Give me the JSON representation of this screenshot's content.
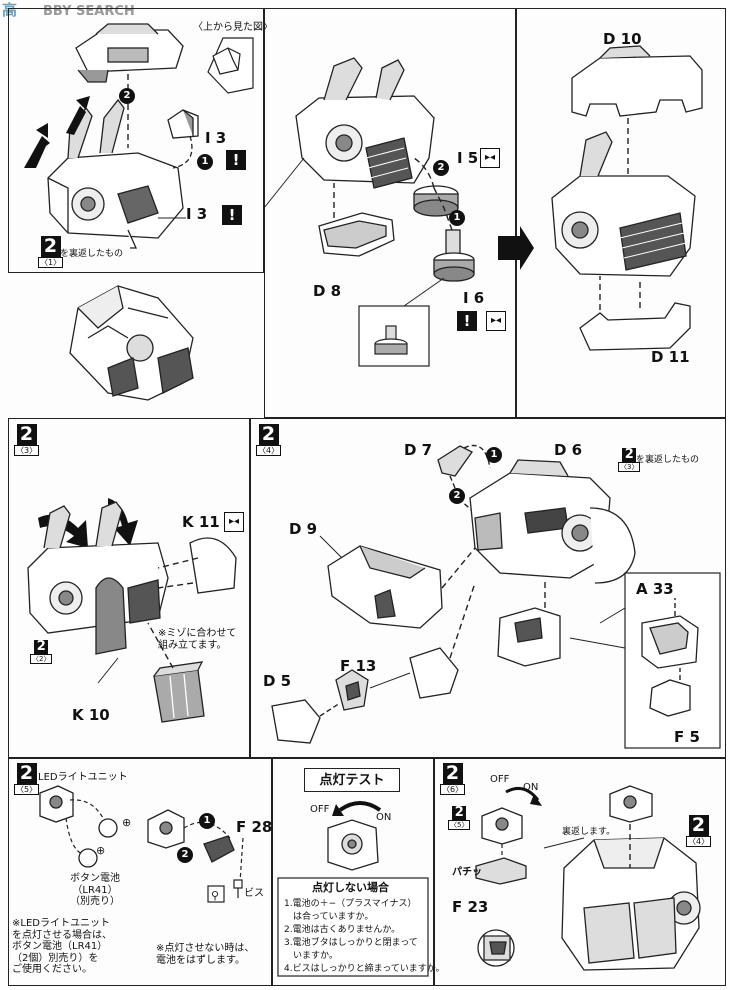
{
  "watermark": {
    "left": "高",
    "right": "BBY SEARCH"
  },
  "panel1": {
    "top_view_label": "〈上から見た図〉",
    "part_I3_top": "I 3",
    "part_I3_bottom": "I 3",
    "step_num": "2",
    "step_sub": "〈1〉",
    "reverse_note": "を裏返したもの"
  },
  "panel2": {
    "part_I5": "I 5",
    "part_D8": "D 8",
    "part_I6": "I 6"
  },
  "panel3": {
    "part_D10": "D 10",
    "part_D11": "D 11"
  },
  "panel4": {
    "step_num": "2",
    "step_sub": "〈3〉",
    "part_K11": "K 11",
    "part_K10": "K 10",
    "ref_num": "2",
    "ref_sub": "〈2〉",
    "note": "※ミゾに合わせて\n組み立てます。"
  },
  "panel5": {
    "step_num": "2",
    "step_sub": "〈4〉",
    "part_D7": "D 7",
    "part_D6": "D 6",
    "part_D9": "D 9",
    "part_D5": "D 5",
    "part_F13": "F 13",
    "part_A33": "A 33",
    "part_F5": "F 5",
    "ref_num": "2",
    "ref_sub": "〈3〉",
    "reverse_note": "を裏返したもの"
  },
  "panel6": {
    "step_num": "2",
    "step_sub": "〈5〉",
    "led_label": "LEDライトユニット",
    "battery_label": "ボタン電池\n（LR41）\n（別売り）",
    "part_F28": "F 28",
    "screw_label": "ビス",
    "note_led": "※LEDライトユニット\nを点灯させる場合は、\nボタン電池（LR41）\n（2個）別売り）を\nご使用ください。",
    "note_battery": "※点灯させない時は、\n電池をはずします。"
  },
  "panel7": {
    "title": "点灯テスト",
    "off": "OFF",
    "on": "ON",
    "trouble_title": "点灯しない場合",
    "trouble_items": [
      "1.電池の＋−（プラスマイナス）",
      "　は合っていますか。",
      "2.電池は古くありませんか。",
      "3.電池ブタはしっかりと閉まって",
      "　いますか。",
      "4.ビスはしっかりと締まっていますか。"
    ]
  },
  "panel8": {
    "step_num": "2",
    "step_sub": "〈6〉",
    "off": "OFF",
    "on": "ON",
    "ref5_num": "2",
    "ref5_sub": "〈5〉",
    "pachi": "パチッ",
    "part_F23": "F 23",
    "reverse_note": "裏返します。",
    "ref4_num": "2",
    "ref4_sub": "〈4〉"
  }
}
